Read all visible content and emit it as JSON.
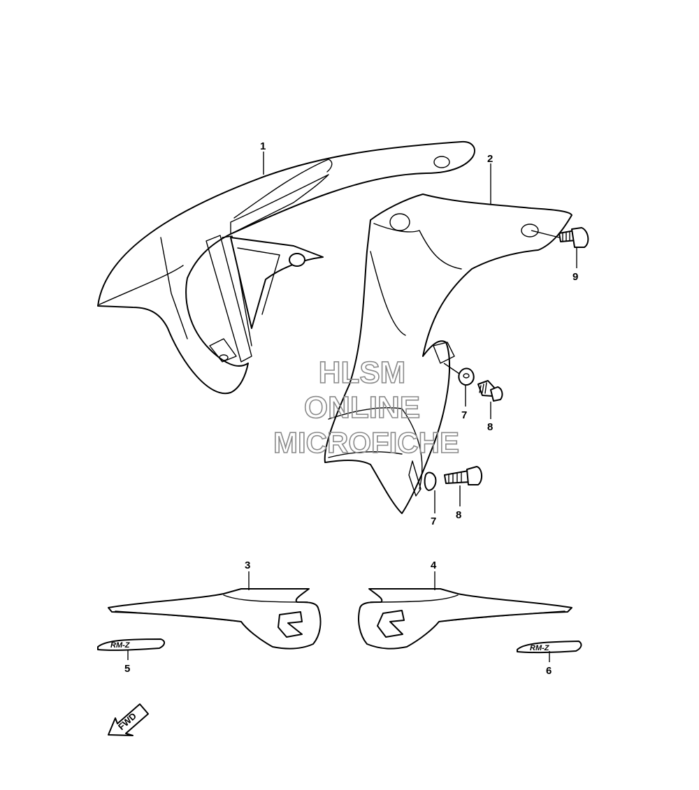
{
  "watermark": {
    "line1": "HLSM",
    "line2": "ONLINE",
    "line3": "MICROFICHE"
  },
  "direction_arrow": {
    "label": "FWD"
  },
  "emblem_text": "RM-Z",
  "callouts": [
    {
      "id": "c1",
      "label": "1"
    },
    {
      "id": "c2",
      "label": "2"
    },
    {
      "id": "c3",
      "label": "3"
    },
    {
      "id": "c4",
      "label": "4"
    },
    {
      "id": "c5",
      "label": "5"
    },
    {
      "id": "c6",
      "label": "6"
    },
    {
      "id": "c7a",
      "label": "7"
    },
    {
      "id": "c7b",
      "label": "7"
    },
    {
      "id": "c8a",
      "label": "8"
    },
    {
      "id": "c8b",
      "label": "8"
    },
    {
      "id": "c9",
      "label": "9"
    }
  ],
  "colors": {
    "line": "#000000",
    "watermark": "#8a8a8a",
    "background": "#ffffff"
  }
}
